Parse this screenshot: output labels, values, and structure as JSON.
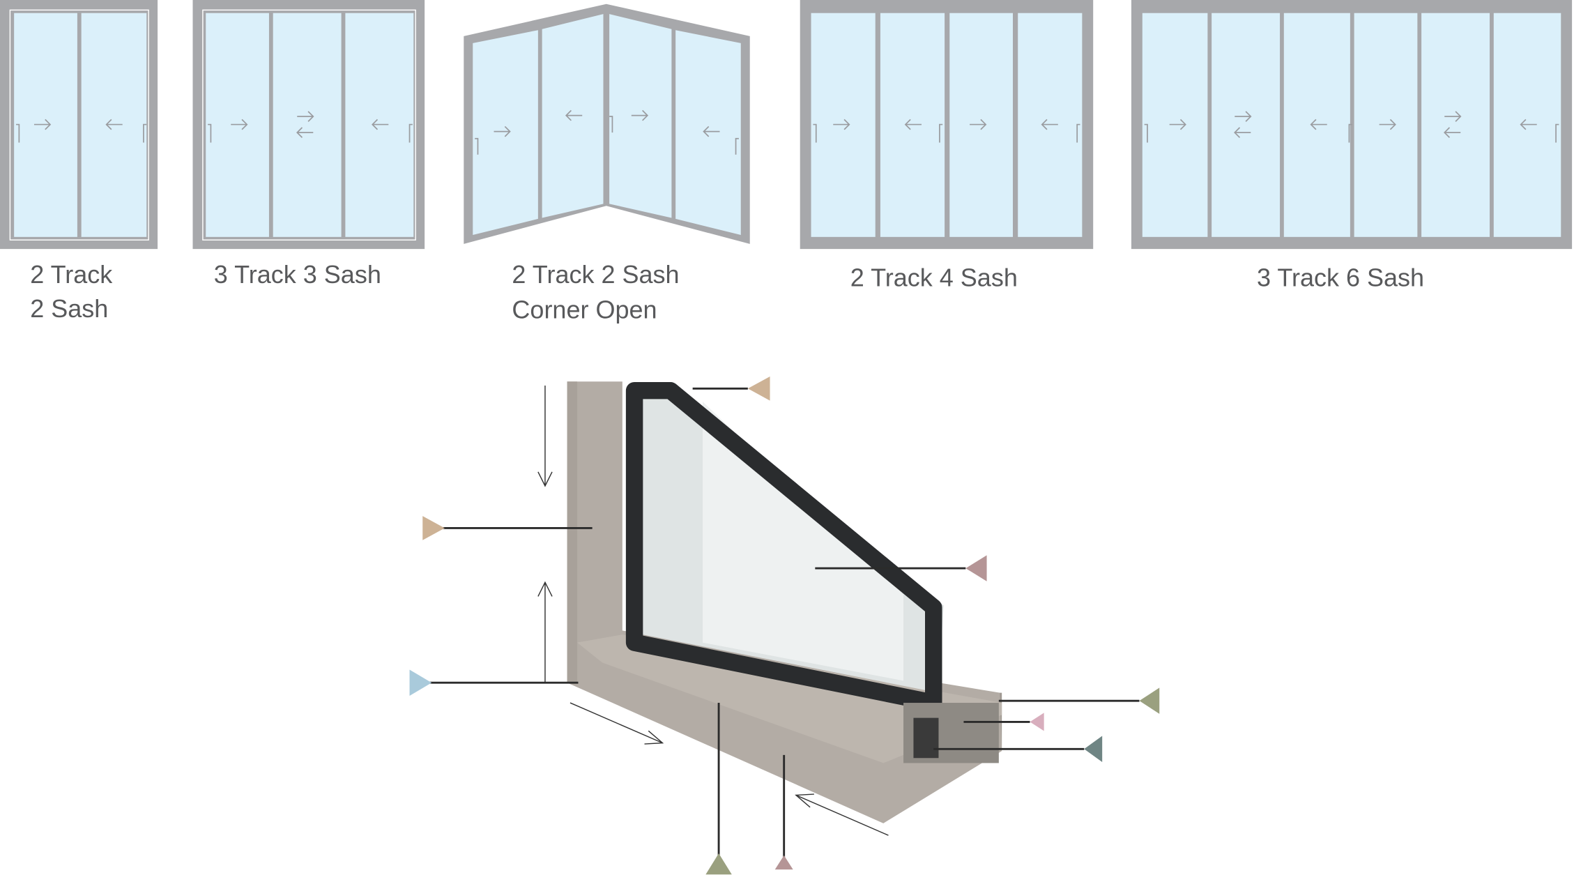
{
  "configurations": [
    {
      "label_lines": [
        "2 Track",
        "2 Sash"
      ]
    },
    {
      "label_lines": [
        "3 Track 3 Sash"
      ]
    },
    {
      "label_lines": [
        "2 Track 2 Sash",
        "Corner Open"
      ]
    },
    {
      "label_lines": [
        "2 Track 4 Sash"
      ]
    },
    {
      "label_lines": [
        "3 Track 6 Sash"
      ]
    }
  ],
  "colors": {
    "frame": "#a7a8ab",
    "glass": "#dbf0fa",
    "profile": "#b3aca5",
    "spacer": "#2a2c2e",
    "callout_tan": "#cdb295",
    "callout_blue": "#a9cadb",
    "callout_mauve": "#b59596",
    "callout_olive": "#9aa07f",
    "callout_pink": "#d8aebd",
    "callout_slate": "#6f8584"
  }
}
